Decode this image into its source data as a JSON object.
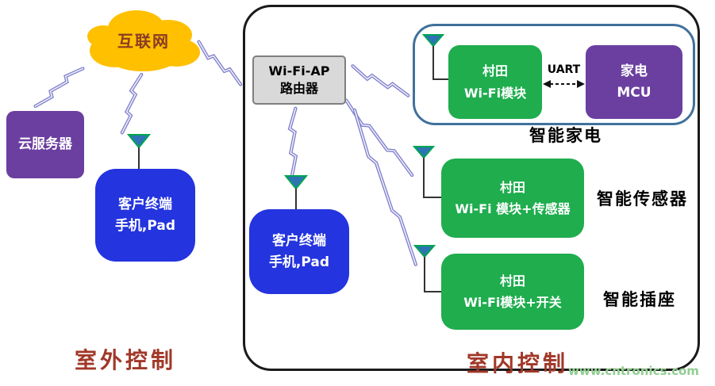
{
  "colors": {
    "cloud_fill": "#FFC000",
    "cloud_text": "#8A3B22",
    "blue_box": "#2434DE",
    "green_box": "#1FAD4E",
    "purple_box": "#6B3FA0",
    "gray_box": "#D9D9D9",
    "bolt": "#7E7ECB",
    "appliance_container_border": "#41719C",
    "outer_container_border": "#1A1A1A",
    "section_label": "#A13828",
    "antenna_fill": "#2E74B5",
    "antenna_stroke": "#00A550",
    "watermark": "#90CE90"
  },
  "nodes": {
    "internet": {
      "label": "互联网"
    },
    "cloud_server": {
      "label": "云服务器"
    },
    "outdoor_client": {
      "line1": "客户终端",
      "line2": "手机,Pad"
    },
    "router": {
      "line1": "Wi-Fi-AP",
      "line2": "路由器"
    },
    "indoor_client": {
      "line1": "客户终端",
      "line2": "手机,Pad"
    },
    "wifi_module": {
      "line1": "村田",
      "line2": "Wi-Fi模块"
    },
    "mcu": {
      "line1": "家电",
      "line2": "MCU"
    },
    "sensor_module": {
      "line1": "村田",
      "line2": "Wi-Fi 模块+传感器"
    },
    "switch_module": {
      "line1": "村田",
      "line2": "Wi-Fi模块+开关"
    }
  },
  "labels": {
    "uart": "UART",
    "smart_appliance": "智能家电",
    "smart_sensor": "智能传感器",
    "smart_socket": "智能插座",
    "outdoor_control": "室外控制",
    "indoor_control": "室内控制",
    "watermark": "www.cntronics.com"
  }
}
